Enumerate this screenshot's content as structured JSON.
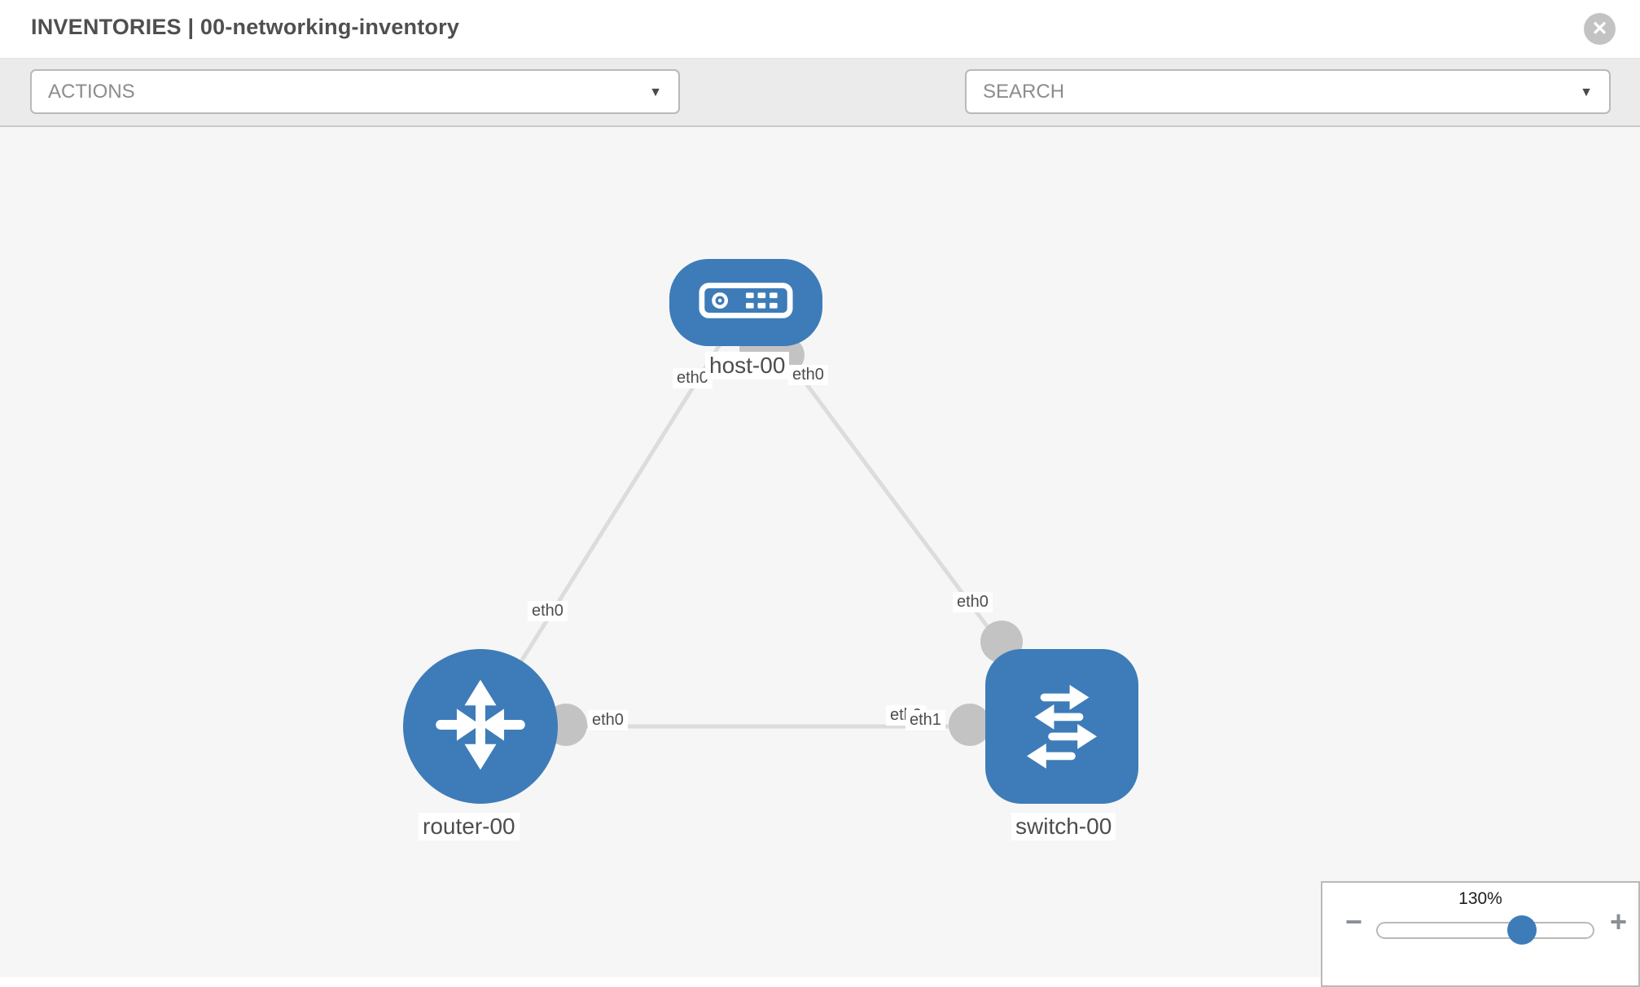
{
  "header": {
    "title": "INVENTORIES | 00-networking-inventory",
    "close_glyph": "✕"
  },
  "toolbar": {
    "actions_label": "ACTIONS",
    "search_placeholder": "SEARCH",
    "caret": "▼"
  },
  "topology": {
    "nodes": [
      {
        "id": "host-00",
        "label": "host-00",
        "type": "host"
      },
      {
        "id": "router-00",
        "label": "router-00",
        "type": "router"
      },
      {
        "id": "switch-00",
        "label": "switch-00",
        "type": "switch"
      }
    ],
    "links": [
      {
        "from": "router-00",
        "to": "host-00",
        "from_interface": "eth0",
        "to_interface": "eth0"
      },
      {
        "from": "host-00",
        "to": "switch-00",
        "from_interface": "eth0",
        "to_interface": "eth0"
      },
      {
        "from": "router-00",
        "to": "switch-00",
        "from_interface": "eth0",
        "to_interface": "eth1"
      }
    ],
    "labels": {
      "host": "host-00",
      "router": "router-00",
      "switch": "switch-00",
      "host_left_if": "eth0",
      "host_right_if": "eth0",
      "router_host_if": "eth0",
      "switch_host_if": "eth0",
      "router_switch_if": "eth0",
      "switch_back_if": "eth0",
      "switch_front_if": "eth1"
    }
  },
  "zoom_control": {
    "level": "130%",
    "minus_glyph": "−",
    "plus_glyph": "+"
  },
  "colors": {
    "node_blue": "#3d7cb8",
    "link_gray": "#dcdcdc",
    "port_gray": "#c3c3c3",
    "toolbar_gray": "#ebebeb",
    "canvas_gray": "#f6f6f6"
  }
}
